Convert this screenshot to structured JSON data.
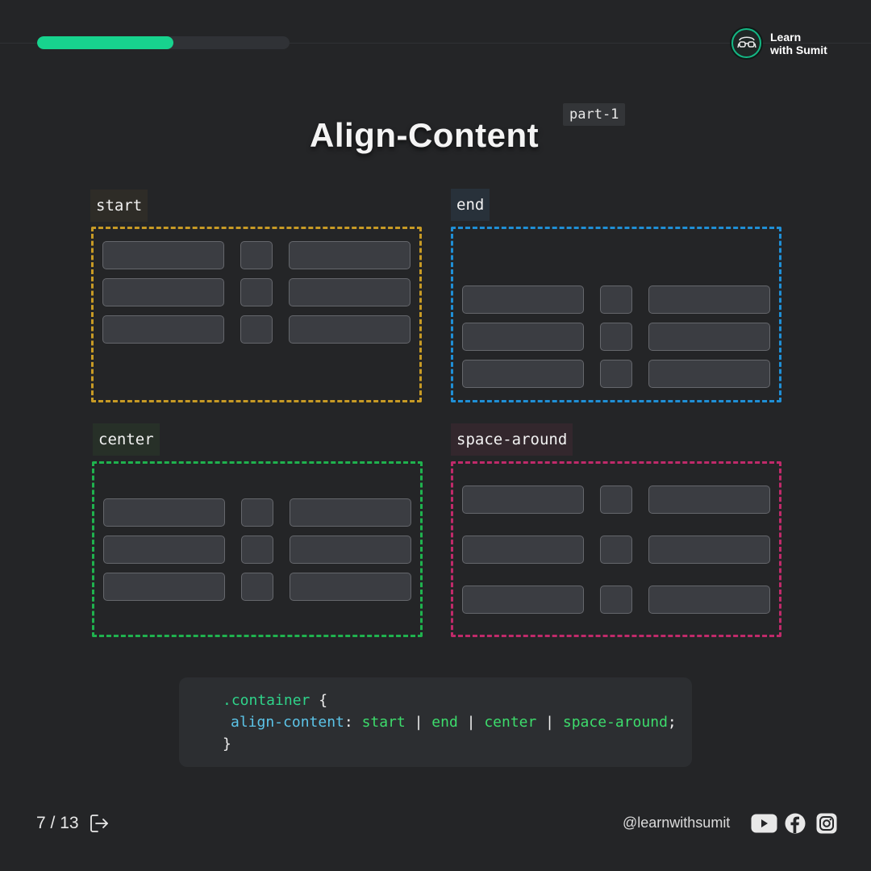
{
  "header": {
    "progress": 0.54,
    "brand_line1": "Learn",
    "brand_line2": "with Sumit"
  },
  "title": "Align-Content",
  "part_tag": "part-1",
  "demos": {
    "start": {
      "label": "start",
      "color": "#c79a25"
    },
    "end": {
      "label": "end",
      "color": "#1f8fd6"
    },
    "center": {
      "label": "center",
      "color": "#1fb24e"
    },
    "space_around": {
      "label": "space-around",
      "color": "#c02a6a"
    }
  },
  "code": {
    "selector": ".container",
    "open_brace": " {",
    "property": "align-content",
    "colon": ": ",
    "values": [
      "start",
      "end",
      "center",
      "space-around"
    ],
    "separator": " | ",
    "semicolon": ";",
    "close_brace": "}"
  },
  "footer": {
    "page_current": "7",
    "page_sep": " / ",
    "page_total": "13",
    "handle": "@learnwithsumit",
    "socials": [
      "youtube-icon",
      "facebook-icon",
      "instagram-icon"
    ]
  },
  "colors": {
    "background": "#242527",
    "accent": "#17d38e",
    "item_fill": "#3b3d42",
    "item_border": "#65676c"
  }
}
